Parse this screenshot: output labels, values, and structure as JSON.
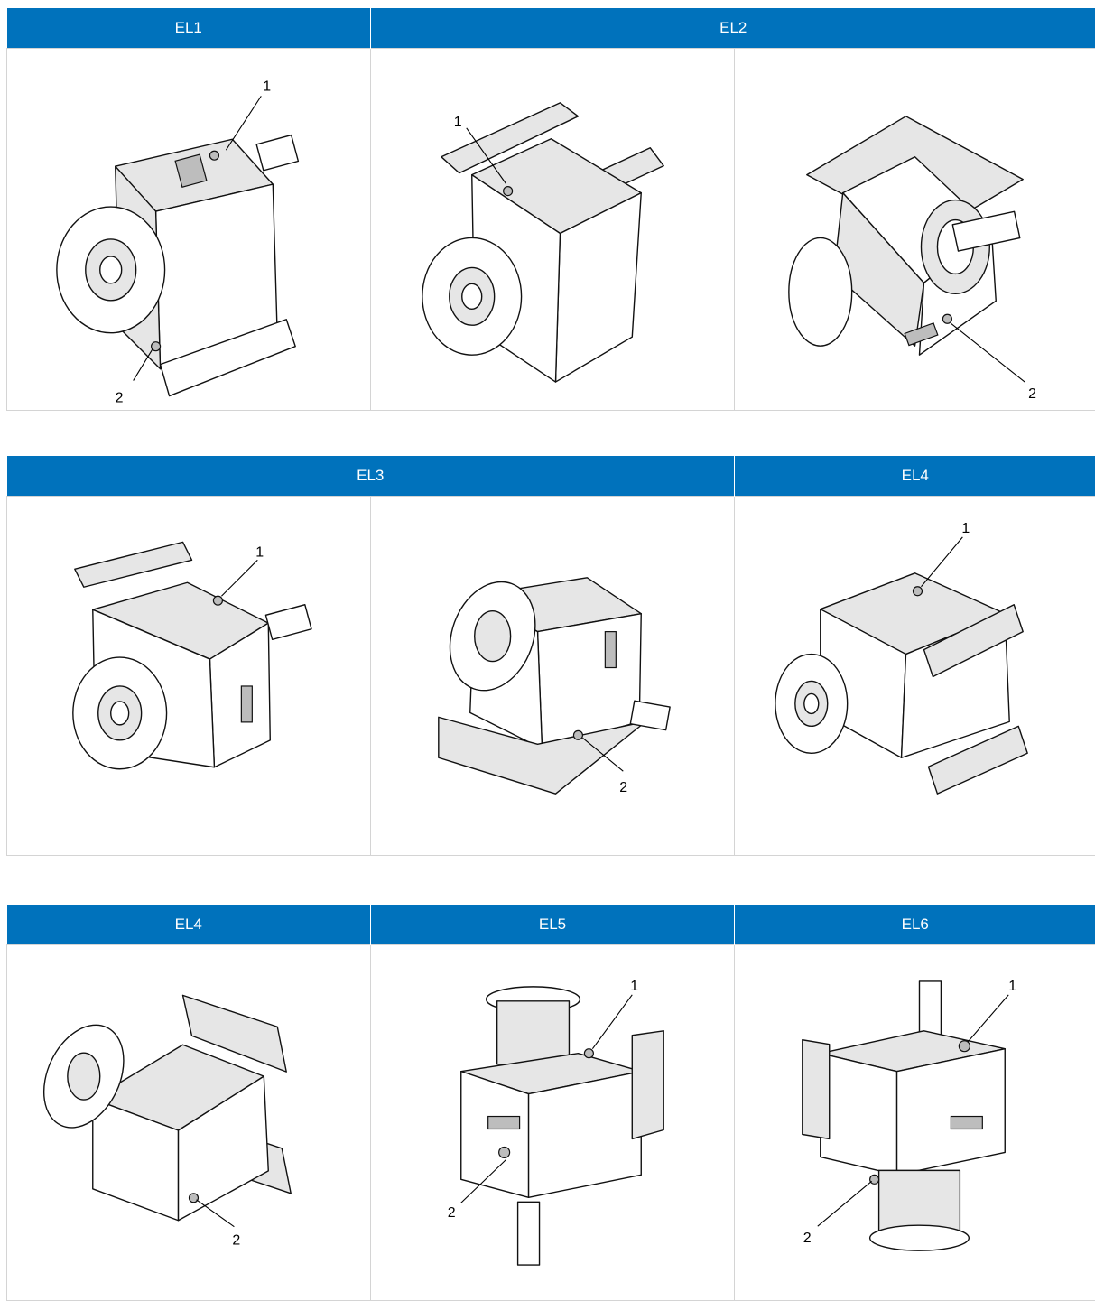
{
  "tables": [
    {
      "headers": [
        {
          "label": "EL1",
          "span": 1
        },
        {
          "label": "EL2",
          "span": 2
        }
      ],
      "cells": [
        {
          "callouts": [
            "1",
            "2"
          ]
        },
        {
          "callouts": [
            "1"
          ]
        },
        {
          "callouts": [
            "2"
          ]
        }
      ]
    },
    {
      "headers": [
        {
          "label": "EL3",
          "span": 2
        },
        {
          "label": "EL4",
          "span": 1
        }
      ],
      "cells": [
        {
          "callouts": [
            "1"
          ]
        },
        {
          "callouts": [
            "2"
          ]
        },
        {
          "callouts": [
            "1"
          ]
        }
      ]
    },
    {
      "headers": [
        {
          "label": "EL4",
          "span": 1
        },
        {
          "label": "EL5",
          "span": 1
        },
        {
          "label": "EL6",
          "span": 1
        }
      ],
      "cells": [
        {
          "callouts": [
            "2"
          ]
        },
        {
          "callouts": [
            "1",
            "2"
          ]
        },
        {
          "callouts": [
            "1",
            "2"
          ]
        }
      ]
    }
  ],
  "colors": {
    "header_bg": "#0072bc",
    "header_text": "#ffffff",
    "grid": "#d4d4d4"
  }
}
